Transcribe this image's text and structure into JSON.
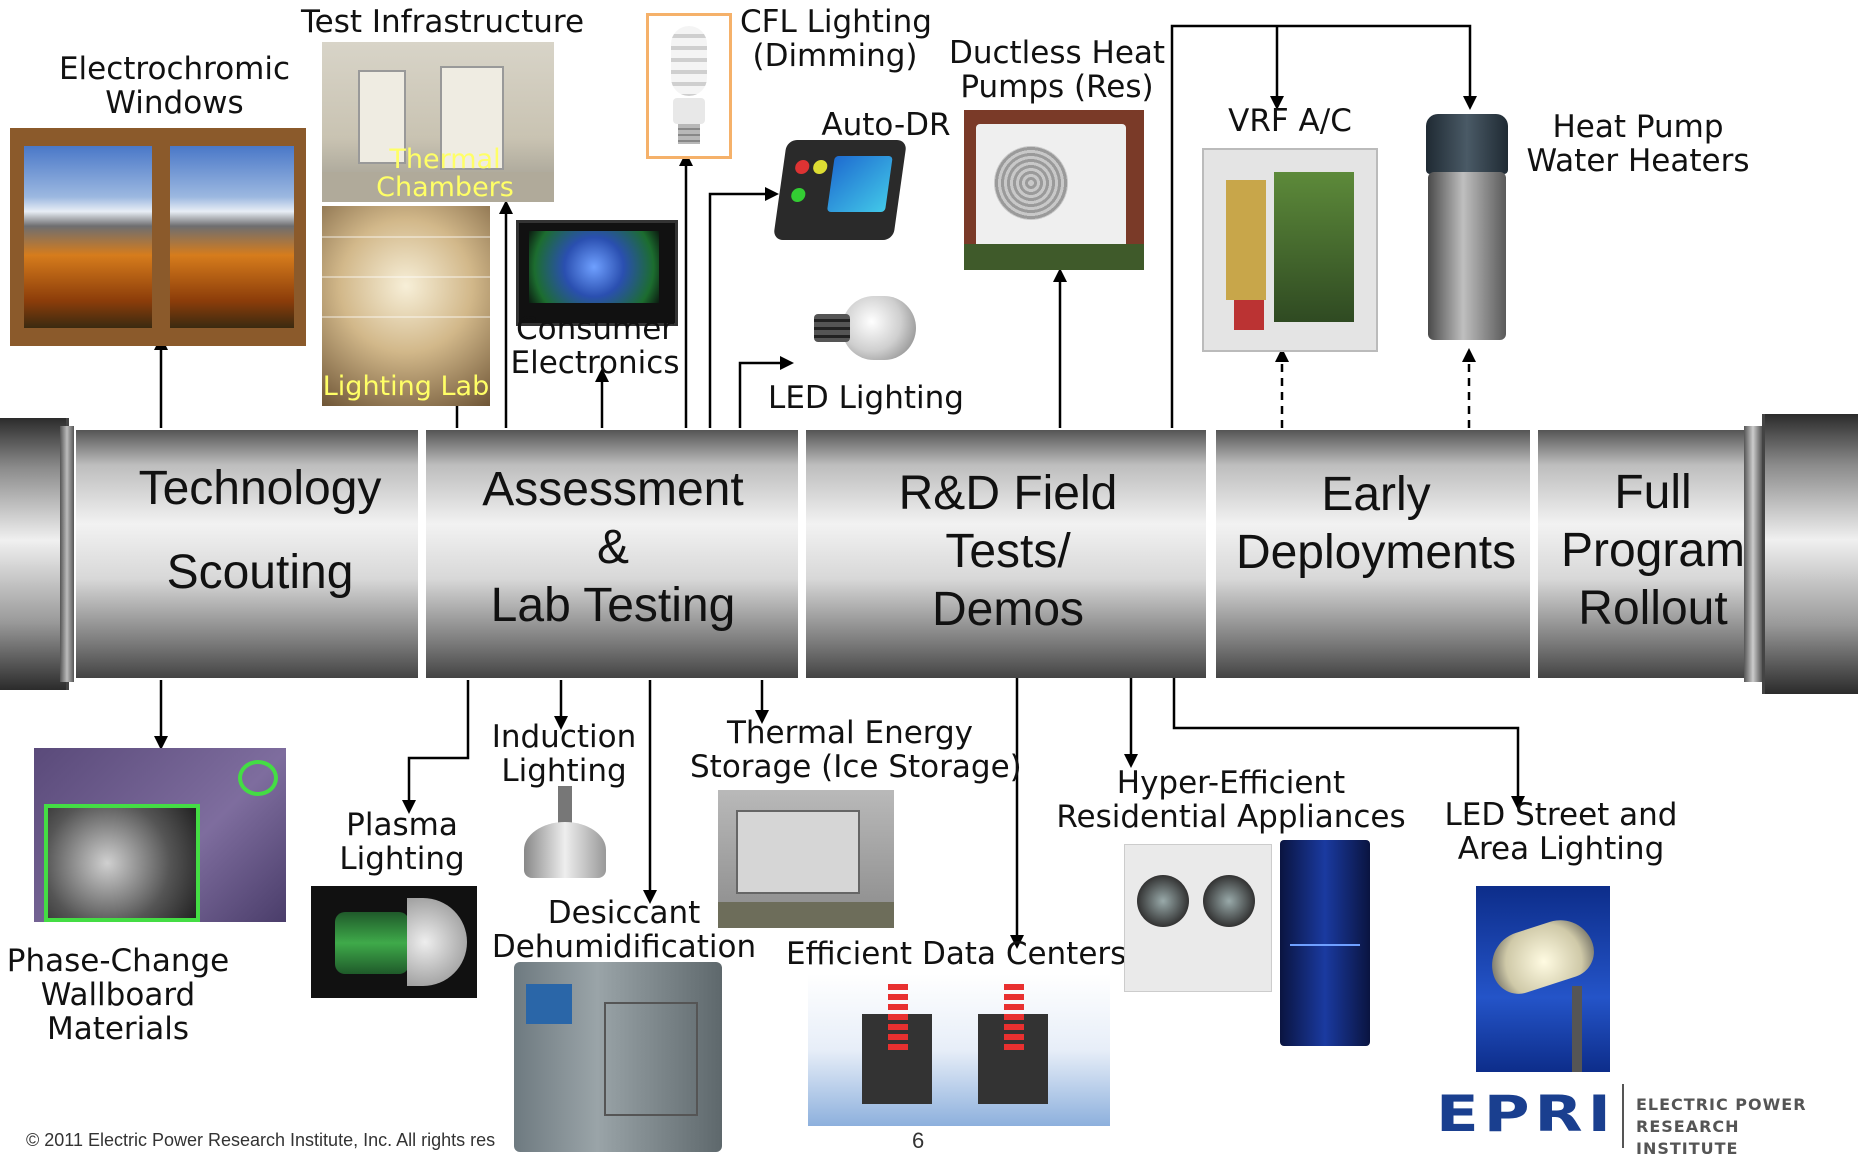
{
  "stages": [
    {
      "lines": [
        "Technology",
        "Scouting"
      ]
    },
    {
      "lines": [
        "Assessment",
        "&",
        "Lab Testing"
      ]
    },
    {
      "lines": [
        "R&D Field",
        "Tests/",
        "Demos"
      ]
    },
    {
      "lines": [
        "Early",
        "Deployments"
      ]
    },
    {
      "lines": [
        "Full",
        "Program",
        "Rollout"
      ]
    }
  ],
  "labels": {
    "electrochromic": [
      "Electrochromic",
      "Windows"
    ],
    "test_infra": "Test Infrastructure",
    "thermal_chambers": [
      "Thermal",
      "Chambers"
    ],
    "lighting_lab": "Lighting Lab",
    "cfl": [
      "CFL Lighting",
      "(Dimming)"
    ],
    "ductless": [
      "Ductless Heat",
      "Pumps (Res)"
    ],
    "auto_dr": "Auto-DR",
    "consumer": [
      "Consumer",
      "Electronics"
    ],
    "led_lighting": "LED Lighting",
    "vrf": "VRF A/C",
    "hpwh": [
      "Heat Pump",
      "Water Heaters"
    ],
    "phase_change": [
      "Phase-Change",
      "Wallboard",
      "Materials"
    ],
    "plasma": [
      "Plasma",
      "Lighting"
    ],
    "induction": [
      "Induction",
      "Lighting"
    ],
    "desiccant": [
      "Desiccant",
      "Dehumidification"
    ],
    "thermal_storage": [
      "Thermal Energy",
      "Storage (Ice Storage)"
    ],
    "data_centers": "Efficient Data Centers",
    "hyper": [
      "Hyper-Efficient",
      "Residential Appliances"
    ],
    "led_street": [
      "LED Street and",
      "Area Lighting"
    ]
  },
  "footer": {
    "copyright": "© 2011 Electric Power Research Institute, Inc. All rights res",
    "page_number": "6",
    "logo_text": "EPRI",
    "logo_sub": [
      "ELECTRIC POWER",
      "RESEARCH INSTITUTE"
    ]
  },
  "colors": {
    "pipe_dark": "#3a3a3a",
    "pipe_light": "#e6e6e6",
    "epri_blue": "#1a3f8f",
    "highlight_yellow": "#ffff66",
    "callout_green": "#44dd44"
  }
}
